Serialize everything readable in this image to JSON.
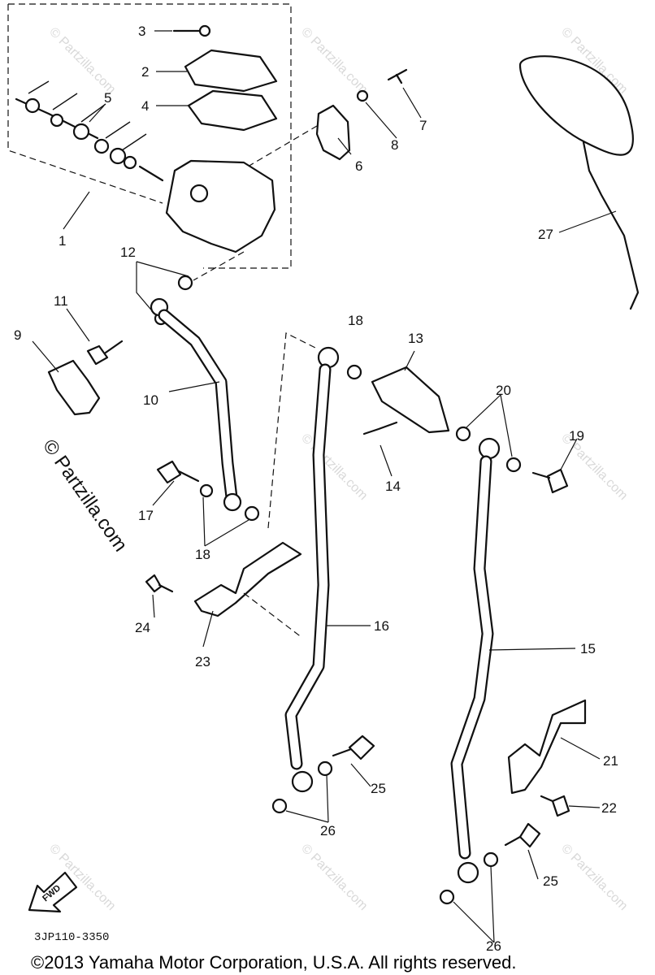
{
  "watermark_text": "© Partzilla.com",
  "side_credit": "© Partzilla.com",
  "drawing_code": "3JP110-3350",
  "copyright": "©2013  Yamaha Motor Corporation, U.S.A. All rights reserved.",
  "fwd_label": "FWD",
  "callouts": {
    "c1": "1",
    "c2": "2",
    "c3": "3",
    "c4": "4",
    "c5": "5",
    "c6": "6",
    "c7": "7",
    "c8": "8",
    "c9": "9",
    "c10": "10",
    "c11": "11",
    "c12": "12",
    "c13": "13",
    "c14": "14",
    "c15": "15",
    "c16": "16",
    "c17": "17",
    "c18a": "18",
    "c18b": "18",
    "c19": "19",
    "c20": "20",
    "c21": "21",
    "c22": "22",
    "c23": "23",
    "c24": "24",
    "c25a": "25",
    "c25b": "25",
    "c26a": "26",
    "c26b": "26",
    "c27": "27"
  }
}
